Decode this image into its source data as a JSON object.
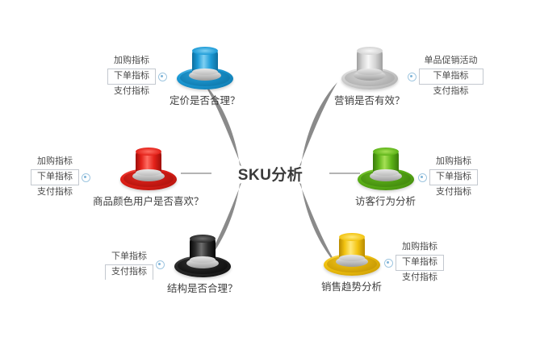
{
  "diagram": {
    "title": "SKU分析",
    "background": "#ffffff",
    "center": {
      "label": "SKU分析",
      "color": "#3a3a3a"
    },
    "branches": [
      {
        "id": "pricing",
        "title": "定价是否合理？",
        "hat_color": "#1b9ad6",
        "hat_highlight": "#7fd0f2",
        "hat_dark": "#0d6e9e",
        "side": "left",
        "position": "top",
        "indicators": [
          "加购指标",
          "下单指标",
          "支付指标"
        ]
      },
      {
        "id": "marketing",
        "title": "营销是否有效？",
        "hat_color": "#d4d4d4",
        "hat_highlight": "#f7f7f7",
        "hat_dark": "#9e9e9e",
        "side": "right",
        "position": "top",
        "indicators": [
          "单品促销活动",
          "下单指标",
          "支付指标"
        ]
      },
      {
        "id": "color-preference",
        "title": "商品颜色用户是否喜欢？",
        "hat_color": "#e32119",
        "hat_highlight": "#ff6d62",
        "hat_dark": "#9e0f0a",
        "side": "left",
        "position": "middle",
        "indicators": [
          "加购指标",
          "下单指标",
          "支付指标"
        ]
      },
      {
        "id": "visitor-behavior",
        "title": "访客行为分析",
        "hat_color": "#5cb317",
        "hat_highlight": "#a6e055",
        "hat_dark": "#3a7a0c",
        "side": "right",
        "position": "middle",
        "indicators": [
          "加购指标",
          "下单指标",
          "支付指标"
        ]
      },
      {
        "id": "structure",
        "title": "结构是否合理？",
        "hat_color": "#2b2b2b",
        "hat_highlight": "#6e6e6e",
        "hat_dark": "#050505",
        "side": "left",
        "position": "bottom",
        "indicators": [
          "下单指标",
          "支付指标"
        ]
      },
      {
        "id": "sales-trend",
        "title": "销售趋势分析",
        "hat_color": "#f2c310",
        "hat_highlight": "#ffe97a",
        "hat_dark": "#b88a00",
        "side": "right",
        "position": "bottom",
        "indicators": [
          "加购指标",
          "下单指标",
          "支付指标"
        ]
      }
    ]
  }
}
